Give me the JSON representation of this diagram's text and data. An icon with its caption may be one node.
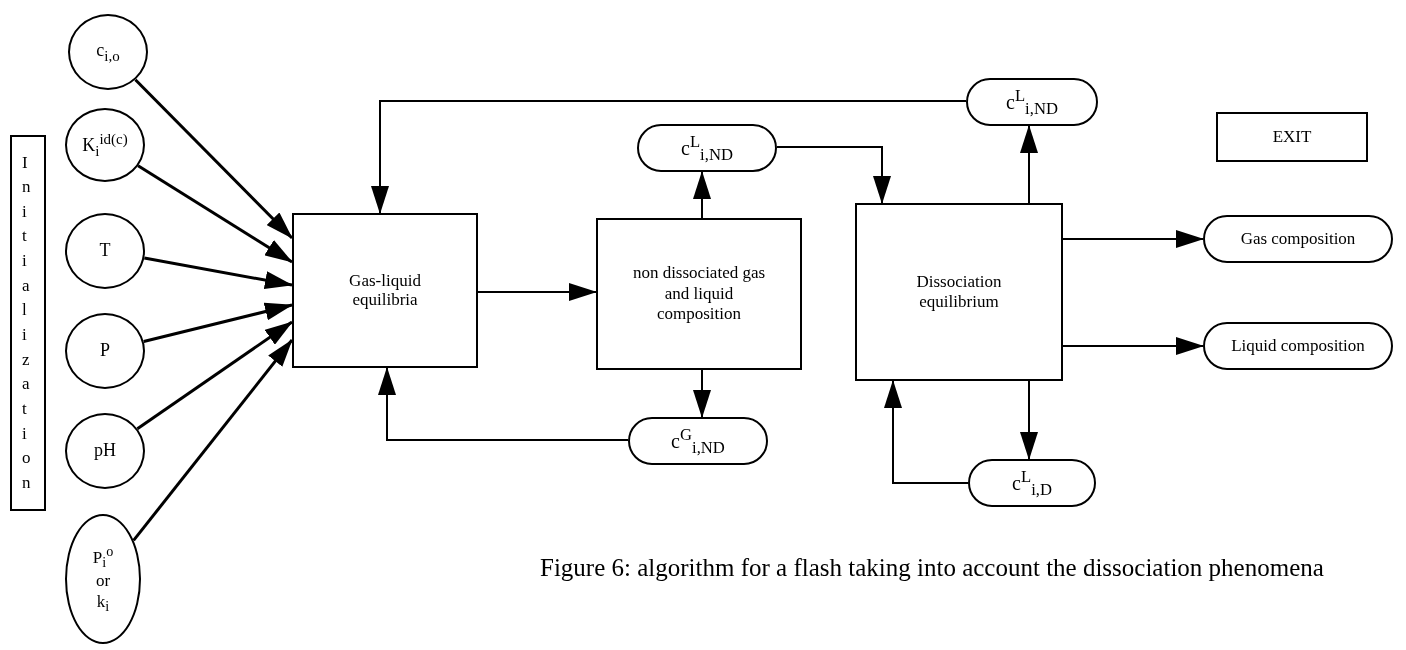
{
  "diagram": {
    "caption": "Figure 6: algorithm for a flash taking into account the dissociation phenomena",
    "nodes": [
      {
        "text": [
          "Initialization"
        ]
      },
      {
        "text": [
          "c$_{i,o}$"
        ]
      },
      {
        "text": [
          "K$_{i}$$^{id(c)}$"
        ]
      },
      {
        "text": [
          "T"
        ]
      },
      {
        "text": [
          "P"
        ]
      },
      {
        "text": [
          "pH"
        ]
      },
      {
        "text": [
          "P$_{i}$$^{o}$ or k$_{i}$"
        ]
      },
      {
        "text": [
          "Gas-liquid equilibria"
        ]
      },
      {
        "text": [
          "c$^{L}$$_{i,ND}$"
        ]
      },
      {
        "text": [
          "non dissociated gas and liquid composition"
        ]
      },
      {
        "text": [
          "c$^{G}$$_{i,ND}$"
        ]
      },
      {
        "text": [
          "c$^{L}$$_{i,ND}$"
        ]
      },
      {
        "text": [
          "Dissociation equilibrium"
        ]
      },
      {
        "text": [
          "EXIT"
        ]
      },
      {
        "text": [
          "Gas composition"
        ]
      },
      {
        "text": [
          "Liquid composition"
        ]
      },
      {
        "text": [
          "c$^{L}$$_{i,D}$"
        ]
      }
    ],
    "edges": [
      {
        "from": 1,
        "to": 7,
        "arrow": "to"
      },
      {
        "from": 2,
        "to": 7,
        "arrow": "to"
      },
      {
        "from": 3,
        "to": 7,
        "arrow": "to"
      },
      {
        "from": 4,
        "to": 7,
        "arrow": "to"
      },
      {
        "from": 5,
        "to": 7,
        "arrow": "to"
      },
      {
        "from": 6,
        "to": 7,
        "arrow": "to"
      },
      {
        "from": 7,
        "to": 9,
        "arrow": "to"
      },
      {
        "from": 9,
        "to": 8,
        "arrow": "to"
      },
      {
        "from": 9,
        "to": 10,
        "arrow": "to"
      },
      {
        "from": 10,
        "to": 7,
        "arrow": "to"
      },
      {
        "from": 11,
        "to": 7,
        "arrow": "to"
      },
      {
        "from": 8,
        "to": 12,
        "arrow": "to"
      },
      {
        "from": 12,
        "to": 11,
        "arrow": "to"
      },
      {
        "from": 12,
        "to": 14,
        "arrow": "to"
      },
      {
        "from": 12,
        "to": 15,
        "arrow": "to"
      },
      {
        "from": 12,
        "to": 16,
        "arrow": "to"
      },
      {
        "from": 16,
        "to": 12,
        "arrow": "to"
      }
    ]
  }
}
